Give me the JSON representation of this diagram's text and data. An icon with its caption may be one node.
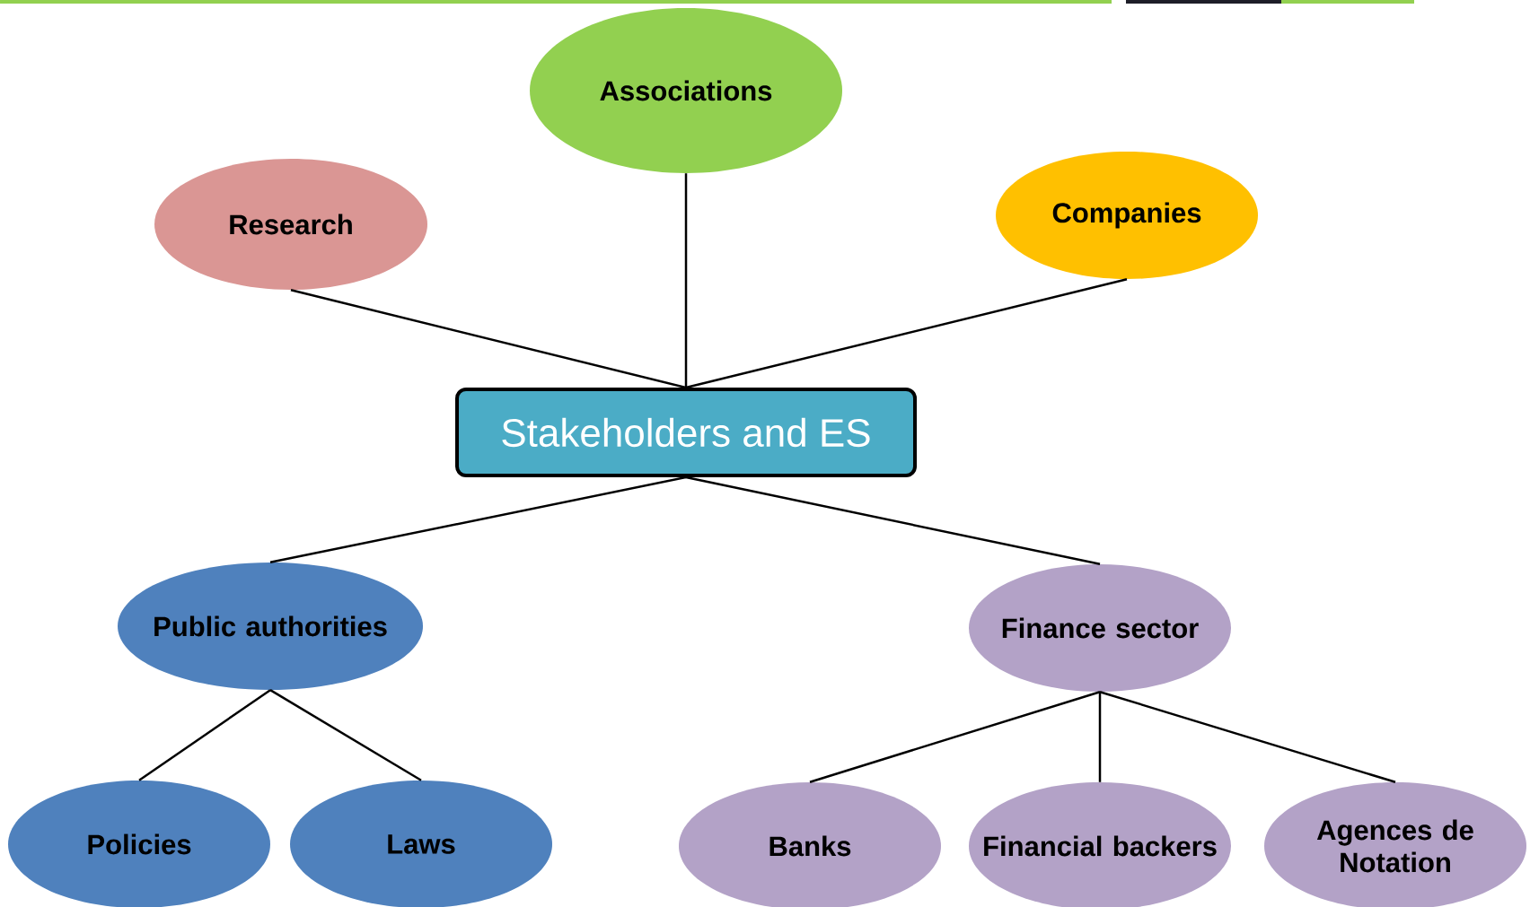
{
  "diagram": {
    "nodes": [
      {
        "text": [
          "Associations"
        ]
      },
      {
        "text": [
          "Research"
        ]
      },
      {
        "text": [
          "Companies"
        ]
      },
      {
        "text": [
          "Stakeholders and ES"
        ]
      },
      {
        "text": [
          "Public authorities"
        ]
      },
      {
        "text": [
          "Finance sector"
        ]
      },
      {
        "text": [
          "Policies"
        ]
      },
      {
        "text": [
          "Laws"
        ]
      },
      {
        "text": [
          "Banks"
        ]
      },
      {
        "text": [
          "Financial backers"
        ]
      },
      {
        "text": [
          "Agences de Notation"
        ]
      }
    ],
    "edges": [
      {
        "from": 3,
        "to": 0,
        "arrow": "none"
      },
      {
        "from": 3,
        "to": 1,
        "arrow": "none"
      },
      {
        "from": 3,
        "to": 2,
        "arrow": "none"
      },
      {
        "from": 3,
        "to": 4,
        "arrow": "none"
      },
      {
        "from": 3,
        "to": 5,
        "arrow": "none"
      },
      {
        "from": 4,
        "to": 6,
        "arrow": "none"
      },
      {
        "from": 4,
        "to": 7,
        "arrow": "none"
      },
      {
        "from": 5,
        "to": 8,
        "arrow": "none"
      },
      {
        "from": 5,
        "to": 9,
        "arrow": "none"
      },
      {
        "from": 5,
        "to": 10,
        "arrow": "none"
      }
    ]
  }
}
